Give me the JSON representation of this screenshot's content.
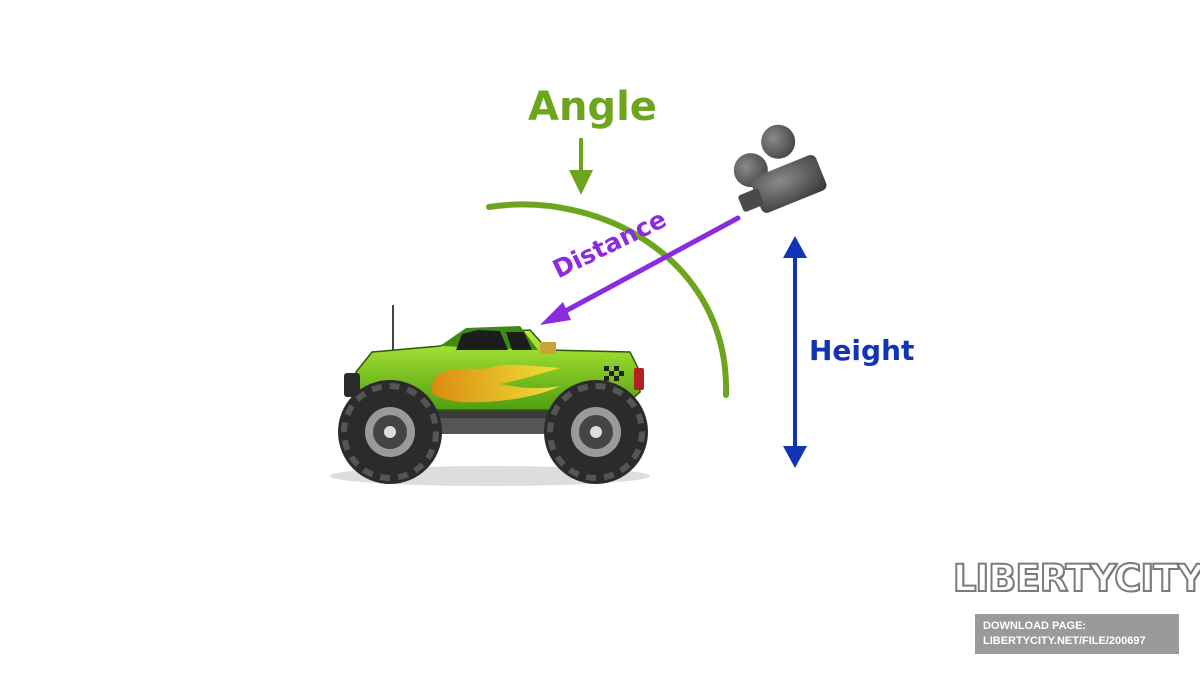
{
  "labels": {
    "angle": "Angle",
    "distance": "Distance",
    "height": "Height"
  },
  "watermark": {
    "logo_text": "LIBERTYCITY",
    "line1": "DOWNLOAD PAGE:",
    "line2": "LIBERTYCITY.NET/FILE/200697"
  },
  "colors": {
    "angle": "#6ea51f",
    "distance": "#8a2be2",
    "height": "#1133b5",
    "truck_body": "#7fcf1e",
    "camera": "#555555",
    "watermark_bg": "#9a9a9a"
  },
  "icons": [
    "camera-icon",
    "monster-truck-illustration"
  ]
}
